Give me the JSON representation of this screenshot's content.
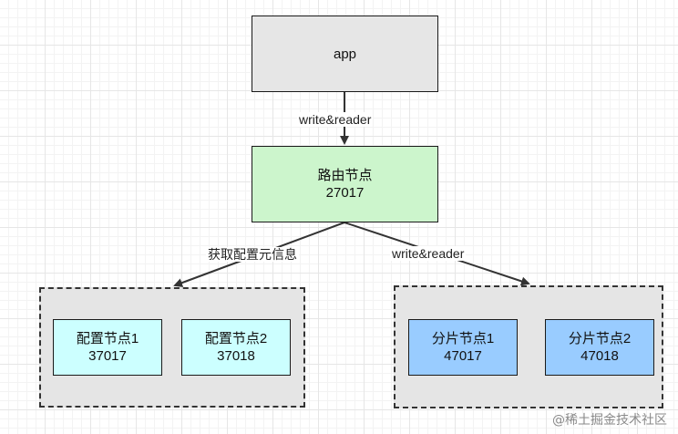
{
  "nodes": {
    "app": {
      "label": "app"
    },
    "router": {
      "name": "路由节点",
      "port": "27017"
    },
    "config": [
      {
        "name": "配置节点1",
        "port": "37017"
      },
      {
        "name": "配置节点2",
        "port": "37018"
      }
    ],
    "shards": [
      {
        "name": "分片节点1",
        "port": "47017"
      },
      {
        "name": "分片节点2",
        "port": "47018"
      }
    ]
  },
  "edges": {
    "app_to_router": "write&reader",
    "router_to_config": "获取配置元信息",
    "router_to_shards": "write&reader"
  },
  "watermark": "@稀土掘金技术社区",
  "colors": {
    "app_fill": "#e6e6e6",
    "router_fill": "#ccf5cc",
    "config_fill": "#ccffff",
    "shard_fill": "#99ccff",
    "group_fill": "#e5e5e5",
    "stroke": "#1a1a1a"
  }
}
